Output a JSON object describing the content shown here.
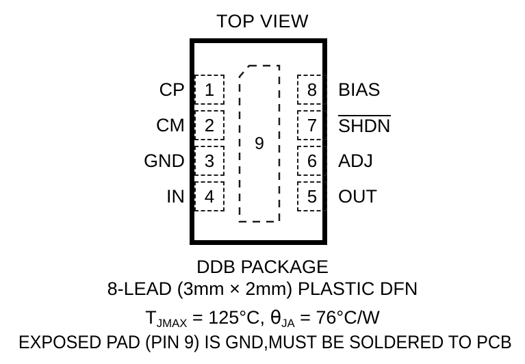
{
  "diagram": {
    "title": "TOP VIEW",
    "package": {
      "exposed_pad": {
        "number": "9",
        "shape": "chamfered-rectangle",
        "style": "dashed"
      },
      "outline_color": "#000000",
      "pads_style": "dashed"
    },
    "pins": {
      "left": [
        {
          "number": "1",
          "name": "CP",
          "active_low": false
        },
        {
          "number": "2",
          "name": "CM",
          "active_low": false
        },
        {
          "number": "3",
          "name": "GND",
          "active_low": false
        },
        {
          "number": "4",
          "name": "IN",
          "active_low": false
        }
      ],
      "right": [
        {
          "number": "8",
          "name": "BIAS",
          "active_low": false
        },
        {
          "number": "7",
          "name": "SHDN",
          "active_low": true
        },
        {
          "number": "6",
          "name": "ADJ",
          "active_low": false
        },
        {
          "number": "5",
          "name": "OUT",
          "active_low": false
        }
      ]
    },
    "caption": {
      "package_name": "DDB PACKAGE",
      "package_description": "8-LEAD (3mm × 2mm) PLASTIC DFN",
      "thermal": {
        "tjmax_symbol": "T",
        "tjmax_subscript": "JMAX",
        "tjmax_value": " = 125°C,",
        "theta_symbol": "θ",
        "theta_subscript": "JA",
        "theta_value": " = 76°C/W"
      },
      "note": "EXPOSED PAD (PIN 9) IS GND,MUST BE SOLDERED TO PCB"
    }
  }
}
